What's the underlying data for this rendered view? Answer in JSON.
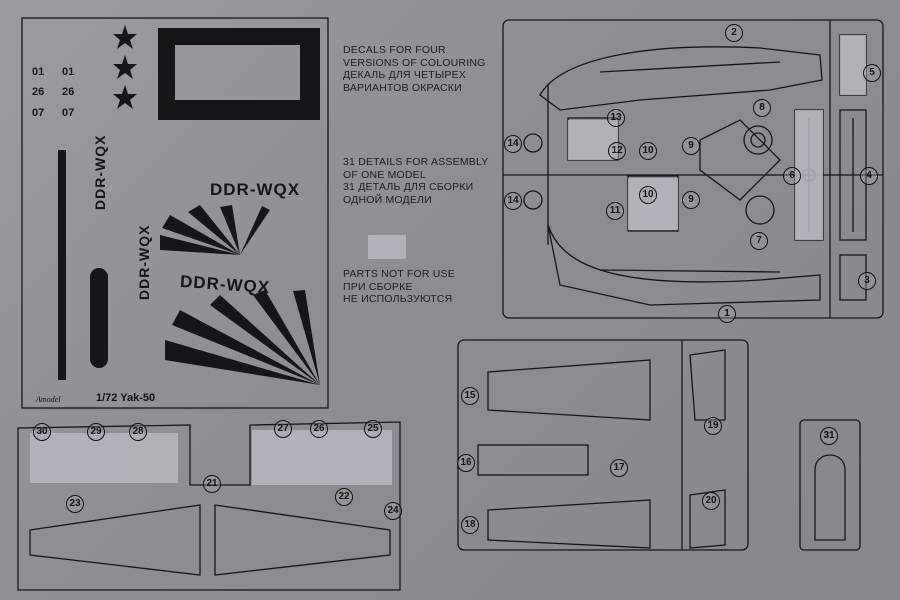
{
  "notes": {
    "decals": [
      "DECALS FOR FOUR",
      "VERSIONS OF COLOURING",
      "ДЕКАЛЬ ДЛЯ ЧЕТЫРЕХ",
      "ВАРИАНТОВ ОКРАСКИ"
    ],
    "details": [
      "31 DETAILS FOR ASSEMBLY",
      "OF ONE MODEL",
      "31 ДЕТАЛЬ ДЛЯ СБОРКИ",
      "ОДНОЙ МОДЕЛИ"
    ],
    "notused": [
      "PARTS NOT FOR USE",
      "ПРИ СБОРКЕ",
      "НЕ ИСПОЛЬЗУЮТСЯ"
    ]
  },
  "decal_sheet": {
    "scale_label": "1/72  Yak-50",
    "brand": "Amodel",
    "registration": "DDR-WQX",
    "tail_numbers": [
      "01",
      "01",
      "26",
      "26",
      "07",
      "07"
    ]
  },
  "part_numbers": [
    "1",
    "2",
    "3",
    "4",
    "5",
    "6",
    "7",
    "8",
    "9",
    "9",
    "10",
    "10",
    "11",
    "12",
    "13",
    "14",
    "14",
    "15",
    "16",
    "17",
    "18",
    "19",
    "20",
    "21",
    "22",
    "23",
    "24",
    "25",
    "26",
    "27",
    "28",
    "29",
    "30",
    "31"
  ],
  "colors": {
    "sheet": "#8c8e94",
    "line": "#151518",
    "grey_fill": "#b5b7bd"
  }
}
